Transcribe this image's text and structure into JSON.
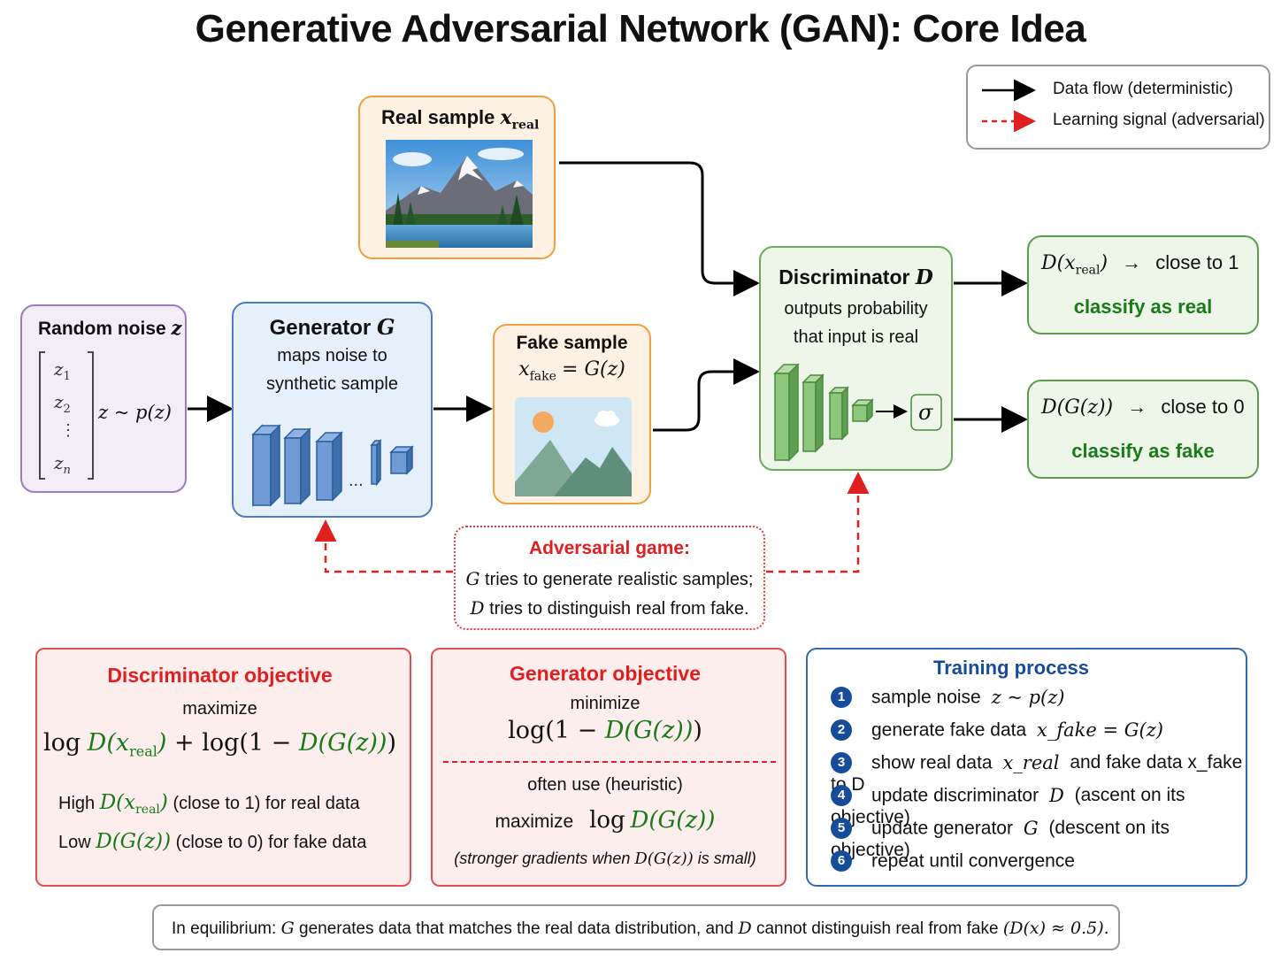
{
  "title": "Generative Adversarial Network (GAN): Core Idea",
  "legend": {
    "data_flow": "Data flow (deterministic)",
    "learning_signal": "Learning signal (adversarial)"
  },
  "noise": {
    "label": "Random noise",
    "var": "z",
    "vector": [
      "z",
      "1",
      "z",
      "2",
      "⋮",
      "z",
      "n"
    ],
    "dist": "z ~ p(z)"
  },
  "generator": {
    "label": "Generator",
    "var": "G",
    "line1": "maps noise to",
    "line2": "synthetic sample",
    "dots": "..."
  },
  "real_sample": {
    "label": "Real sample",
    "var": "x",
    "sub": "real"
  },
  "fake_sample": {
    "label": "Fake sample",
    "var": "x",
    "sub": "fake",
    "eq": "= G(z)"
  },
  "discriminator": {
    "label": "Discriminator",
    "var": "D",
    "line1": "outputs probability",
    "line2": "that input is real",
    "sigma": "σ"
  },
  "out_real": {
    "expr_pre": "D(x",
    "expr_sub": "real",
    "expr_post": ")",
    "arrow": "→",
    "target": "close to 1",
    "label": "classify as real"
  },
  "out_fake": {
    "expr": "D(G(z))",
    "arrow": "→",
    "target": "close to 0",
    "label": "classify as fake"
  },
  "adversarial": {
    "title": "Adversarial game:",
    "line1_var": "G",
    "line1": " tries to generate realistic samples;",
    "line2_var": "D",
    "line2": " tries to distinguish real from fake."
  },
  "disc_objective": {
    "title": "Discriminator objective",
    "maximize": "maximize",
    "formula_a": "log",
    "formula_b": "D(x",
    "formula_sub": "real",
    "formula_c": ")",
    "formula_d": " + log(1 − ",
    "formula_e": "D(G(z))",
    "formula_f": ")",
    "high_pre": "High",
    "high_expr": "D(x",
    "high_sub": "real",
    "high_post": ")",
    "high_rest": "(close to 1) for real data",
    "low_pre": "Low",
    "low_expr": "D(G(z))",
    "low_rest": "(close to 0) for fake data"
  },
  "gen_objective": {
    "title": "Generator objective",
    "minimize": "minimize",
    "formula_a": "log(1 − ",
    "formula_b": "D(G(z))",
    "formula_c": ")",
    "often": "often use (heuristic)",
    "maximize": "maximize",
    "formula2_a": "log",
    "formula2_b": "D(G(z))",
    "note_a": "(stronger gradients when",
    "note_b": "D(G(z))",
    "note_c": "is small)"
  },
  "training": {
    "title": "Training process",
    "steps": [
      {
        "n": "1",
        "text": "sample noise",
        "math": "z ~ p(z)",
        "rest": ""
      },
      {
        "n": "2",
        "text": "generate fake data",
        "math": "x_fake = G(z)",
        "rest": ""
      },
      {
        "n": "3",
        "text": "show real data",
        "math": "x_real",
        "rest": "and fake data x_fake to D"
      },
      {
        "n": "4",
        "text": "update discriminator",
        "math": "D",
        "rest": "(ascent on its objective)"
      },
      {
        "n": "5",
        "text": "update generator",
        "math": "G",
        "rest": "(descent on its objective)"
      },
      {
        "n": "6",
        "text": "repeat until convergence",
        "math": "",
        "rest": ""
      }
    ]
  },
  "equilibrium": {
    "a": "In equilibrium:",
    "b": "G",
    "c": "generates data that matches the real data distribution, and",
    "d": "D",
    "e": "cannot distinguish real from fake",
    "f": "(D(x) ≈ 0.5)."
  },
  "colors": {
    "noise": "#9b7cbf",
    "generator": "#4a7fc1",
    "sample": "#f0a040",
    "discriminator": "#6aaa5c",
    "adversarial": "#e02020",
    "training": "#174c9a"
  }
}
